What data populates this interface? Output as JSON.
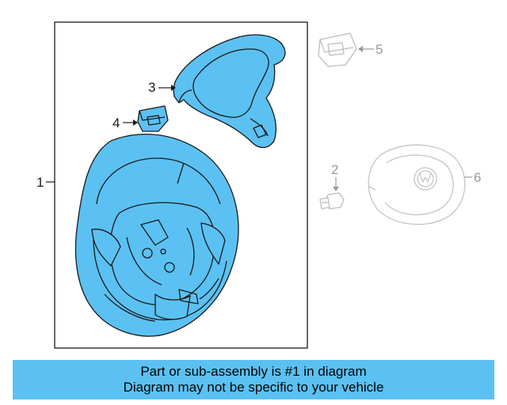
{
  "callouts": {
    "c1": "1",
    "c2": "2",
    "c3": "3",
    "c4": "4",
    "c5": "5",
    "c6": "6"
  },
  "banner": {
    "line1": "Part or sub-assembly is #1 in diagram",
    "line2": "Diagram may not be specific to your vehicle"
  },
  "colors": {
    "highlight": "#5bc1f2",
    "outline": "#1a1a1a",
    "faded": "#bdbdbd",
    "banner_bg": "#5bc1f2"
  }
}
